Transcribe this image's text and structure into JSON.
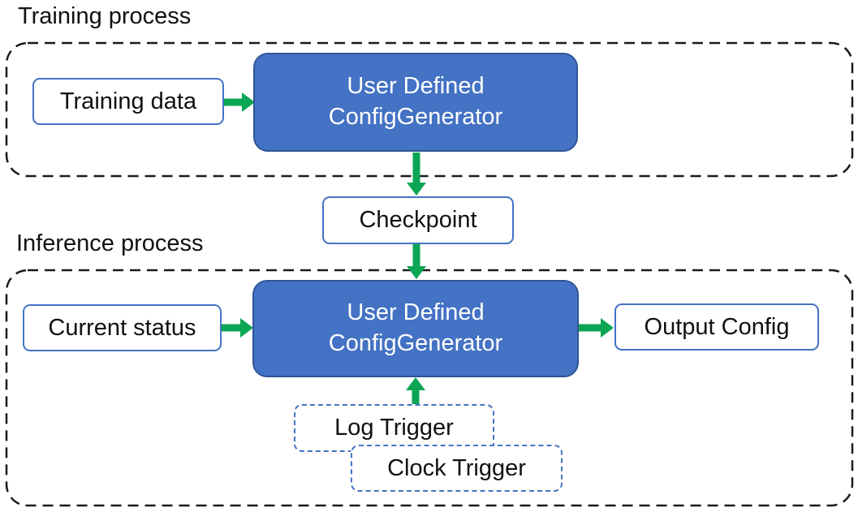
{
  "training": {
    "section_label": "Training process",
    "input_label": "Training data",
    "generator_line1": "User Defined",
    "generator_line2": "ConfigGenerator"
  },
  "checkpoint_label": "Checkpoint",
  "inference": {
    "section_label": "Inference process",
    "input_label": "Current status",
    "generator_line1": "User Defined",
    "generator_line2": "ConfigGenerator",
    "output_label": "Output Config",
    "log_trigger_label": "Log Trigger",
    "clock_trigger_label": "Clock Trigger"
  },
  "colors": {
    "generator_fill": "#4472C4",
    "generator_border": "#2F5597",
    "io_box_border": "#4472C4",
    "trigger_box_border": "#4472C4",
    "arrow_green": "#0BA653",
    "section_outline": "#1A1A1A",
    "text_dark": "#111111",
    "text_light": "#FFFFFF"
  }
}
